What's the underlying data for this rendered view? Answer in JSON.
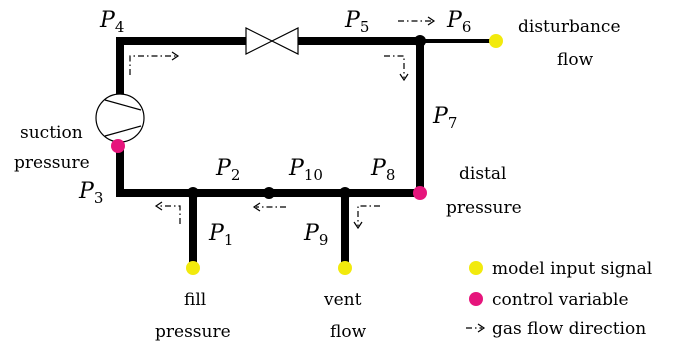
{
  "nodes": [
    {
      "id": "P1",
      "letter": "P",
      "sub": "1"
    },
    {
      "id": "P2",
      "letter": "P",
      "sub": "2"
    },
    {
      "id": "P3",
      "letter": "P",
      "sub": "3"
    },
    {
      "id": "P4",
      "letter": "P",
      "sub": "4"
    },
    {
      "id": "P5",
      "letter": "P",
      "sub": "5"
    },
    {
      "id": "P6",
      "letter": "P",
      "sub": "6"
    },
    {
      "id": "P7",
      "letter": "P",
      "sub": "7"
    },
    {
      "id": "P8",
      "letter": "P",
      "sub": "8"
    },
    {
      "id": "P9",
      "letter": "P",
      "sub": "9"
    },
    {
      "id": "P10",
      "letter": "P",
      "sub": "10"
    }
  ],
  "labels": {
    "suction": [
      "suction",
      "pressure"
    ],
    "distal": [
      "distal",
      "pressure"
    ],
    "disturbance": [
      "disturbance",
      "flow"
    ],
    "fill": [
      "fill",
      "pressure"
    ],
    "vent": [
      "vent",
      "flow"
    ]
  },
  "legend": {
    "input": "model input signal",
    "control": "control variable",
    "flow": "gas flow direction"
  },
  "colors": {
    "input_signal": "#f2ea0d",
    "control_variable": "#e6157c",
    "pipe": "#000000"
  },
  "icons": {
    "compressor": "compressor-icon",
    "valve": "valve-icon"
  }
}
